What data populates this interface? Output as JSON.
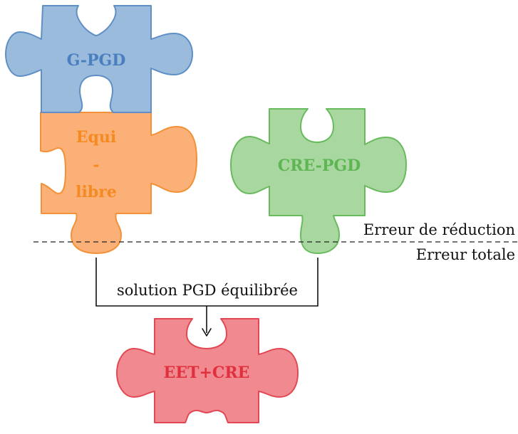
{
  "pieces": {
    "gpgd": {
      "label": "G-PGD",
      "fill": "#9bbbdc",
      "stroke": "#5f8fc5",
      "text_color": "#4a7fbf"
    },
    "equilibre": {
      "line1": "Equi",
      "line2": "-",
      "line3": "libre",
      "fill": "#fbb077",
      "stroke": "#f39138",
      "text_color": "#f58a22"
    },
    "crepgd": {
      "label": "CRE-PGD",
      "fill": "#a8d8a0",
      "stroke": "#67bb5d",
      "text_color": "#5fb553"
    },
    "eetcre": {
      "label": "EET+CRE",
      "fill": "#f18a90",
      "stroke": "#e14854",
      "text_color": "#e0303d"
    }
  },
  "labels": {
    "reduction_error": "Erreur de réduction",
    "total_error": "Erreur totale",
    "connector": "solution PGD équilibrée"
  }
}
